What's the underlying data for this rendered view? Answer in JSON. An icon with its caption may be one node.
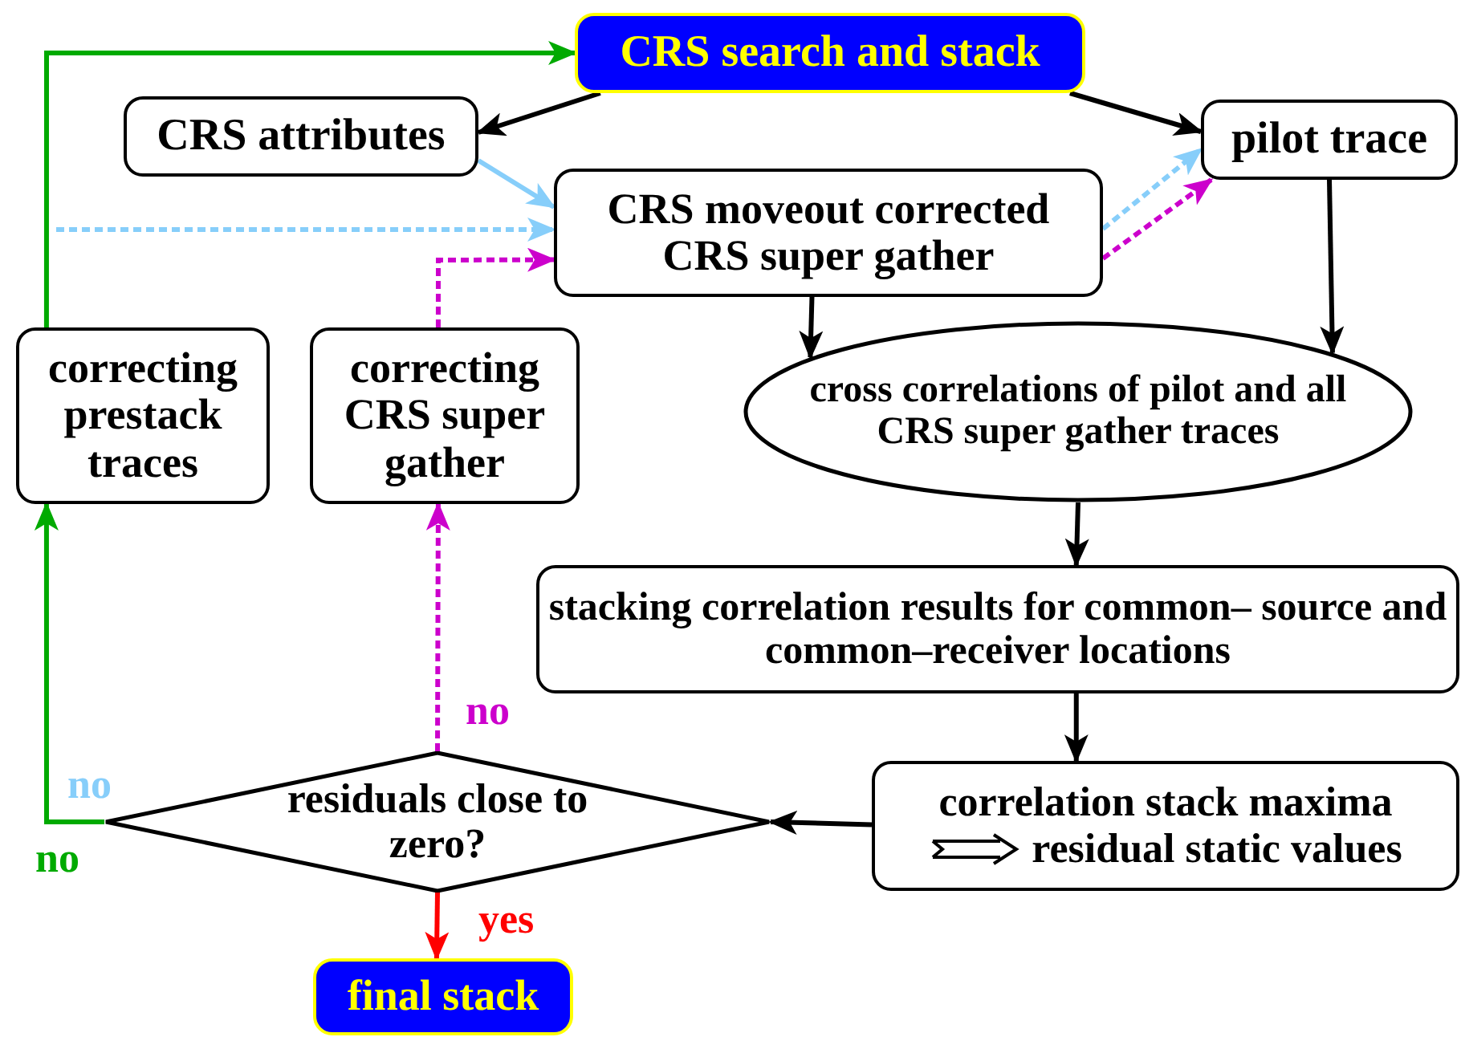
{
  "diagram": {
    "nodes": [
      {
        "text": [
          "CRS search and stack"
        ]
      },
      {
        "text": [
          "CRS attributes"
        ]
      },
      {
        "text": [
          "pilot trace"
        ]
      },
      {
        "text": [
          "CRS moveout corrected CRS super gather"
        ]
      },
      {
        "text": [
          "correcting prestack traces"
        ]
      },
      {
        "text": [
          "correcting CRS super gather"
        ]
      },
      {
        "text": [
          "cross correlations of pilot and all CRS super gather traces"
        ]
      },
      {
        "text": [
          "stacking correlation results for common– source and common–receiver locations"
        ]
      },
      {
        "text": [
          "correlation stack maxima",
          "residual static values"
        ]
      },
      {
        "text": [
          "residuals close to zero?"
        ]
      },
      {
        "text": [
          "final stack"
        ]
      }
    ],
    "edges": [
      {
        "from": 0,
        "to": 1,
        "arrow": "to"
      },
      {
        "from": 0,
        "to": 2,
        "arrow": "to"
      },
      {
        "from": 1,
        "to": 3,
        "arrow": "to",
        "color": "#87cefa"
      },
      {
        "from": null,
        "to": 3,
        "arrow": "to",
        "style": "dashed",
        "color": "#87cefa"
      },
      {
        "from": 5,
        "to": 3,
        "arrow": "to",
        "style": "dashed",
        "color": "#cc00cc"
      },
      {
        "from": 3,
        "to": 2,
        "arrow": "to",
        "style": "dashed",
        "color": "#87cefa"
      },
      {
        "from": 3,
        "to": 2,
        "arrow": "to",
        "style": "dashed",
        "color": "#cc00cc"
      },
      {
        "from": 3,
        "to": 6,
        "arrow": "to"
      },
      {
        "from": 2,
        "to": 6,
        "arrow": "to"
      },
      {
        "from": 6,
        "to": 7,
        "arrow": "to"
      },
      {
        "from": 7,
        "to": 8,
        "arrow": "to"
      },
      {
        "from": 8,
        "to": 9,
        "arrow": "to"
      },
      {
        "from": 9,
        "to": 10,
        "arrow": "to",
        "label": "yes",
        "color": "#ff0000"
      },
      {
        "from": 9,
        "to": 5,
        "arrow": "to",
        "label": "no",
        "style": "dashed",
        "color": "#cc00cc"
      },
      {
        "from": 9,
        "to": 4,
        "arrow": "to",
        "label": "no",
        "color": "#00aa00"
      },
      {
        "from": 4,
        "to": 0,
        "arrow": "to",
        "color": "#00aa00"
      }
    ],
    "labels": [
      "no"
    ]
  }
}
